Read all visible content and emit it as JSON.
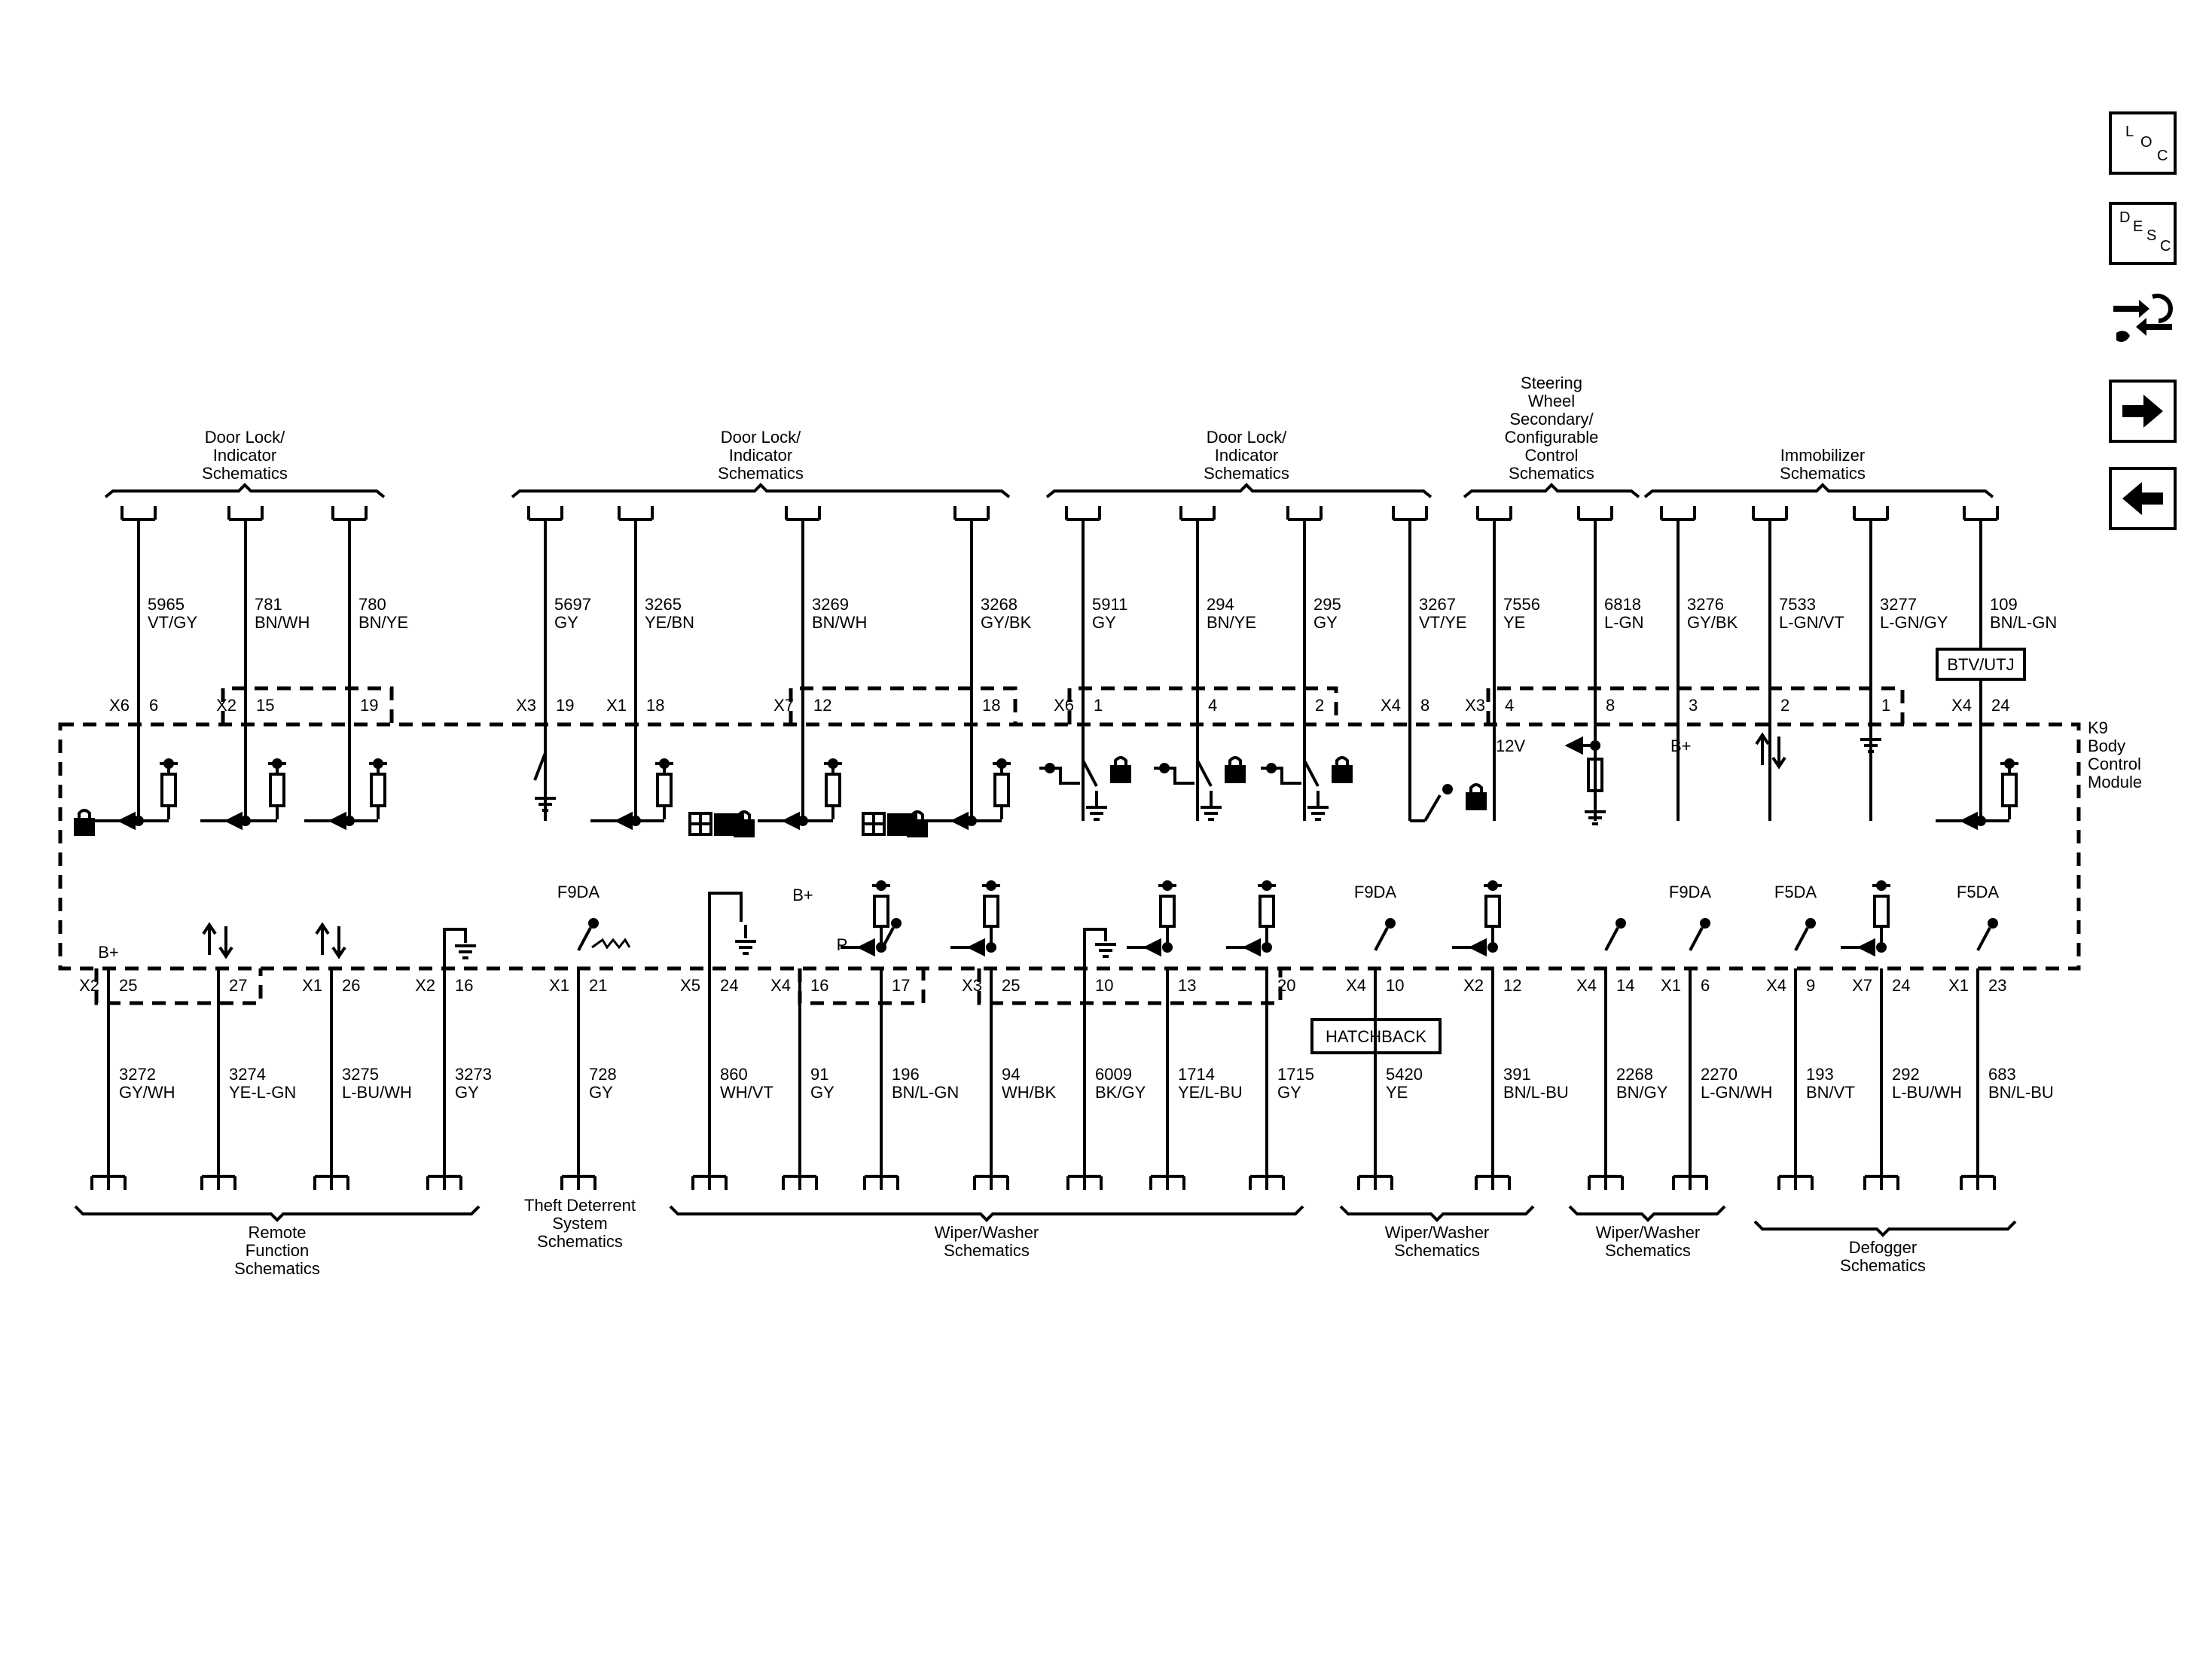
{
  "module": {
    "ref": "K9",
    "name_line1": "Body",
    "name_line2": "Control",
    "name_line3": "Module",
    "fuse_labels": {
      "b_plus": "B+",
      "v12": "12V",
      "p": "P"
    },
    "btv_label": "BTV/UTJ",
    "hatchback_label": "HATCHBACK"
  },
  "nav": {
    "loc": [
      "L",
      "O",
      "C"
    ],
    "desc": [
      "D",
      "E",
      "S",
      "C"
    ]
  },
  "top_groups": [
    {
      "lines": [
        "Door Lock/",
        "Indicator",
        "Schematics"
      ]
    },
    {
      "lines": [
        "Door Lock/",
        "Indicator",
        "Schematics"
      ]
    },
    {
      "lines": [
        "Door Lock/",
        "Indicator",
        "Schematics"
      ]
    },
    {
      "lines": [
        "Steering",
        "Wheel",
        "Secondary/",
        "Configurable",
        "Control",
        "Schematics"
      ]
    },
    {
      "lines": [
        "Immobilizer",
        "Schematics"
      ]
    }
  ],
  "top_wires": [
    {
      "circuit": "5965",
      "color": "VT/GY",
      "conn": "X6",
      "pin": "6"
    },
    {
      "circuit": "781",
      "color": "BN/WH",
      "conn": "X2",
      "pin": "15"
    },
    {
      "circuit": "780",
      "color": "BN/YE",
      "conn": "",
      "pin": "19"
    },
    {
      "circuit": "5697",
      "color": "GY",
      "conn": "X3",
      "pin": "19"
    },
    {
      "circuit": "3265",
      "color": "YE/BN",
      "conn": "X1",
      "pin": "18"
    },
    {
      "circuit": "3269",
      "color": "BN/WH",
      "conn": "X7",
      "pin": "12"
    },
    {
      "circuit": "3268",
      "color": "GY/BK",
      "conn": "",
      "pin": "18"
    },
    {
      "circuit": "5911",
      "color": "GY",
      "conn": "X6",
      "pin": "1"
    },
    {
      "circuit": "294",
      "color": "BN/YE",
      "conn": "",
      "pin": "4"
    },
    {
      "circuit": "295",
      "color": "GY",
      "conn": "",
      "pin": "2"
    },
    {
      "circuit": "3267",
      "color": "VT/YE",
      "conn": "X4",
      "pin": "8"
    },
    {
      "circuit": "7556",
      "color": "YE",
      "conn": "X3",
      "pin": "4"
    },
    {
      "circuit": "6818",
      "color": "L-GN",
      "conn": "",
      "pin": "8"
    },
    {
      "circuit": "3276",
      "color": "GY/BK",
      "conn": "",
      "pin": "3"
    },
    {
      "circuit": "7533",
      "color": "L-GN/VT",
      "conn": "",
      "pin": "2"
    },
    {
      "circuit": "3277",
      "color": "L-GN/GY",
      "conn": "",
      "pin": "1"
    },
    {
      "circuit": "109",
      "color": "BN/L-GN",
      "conn": "X4",
      "pin": "24"
    }
  ],
  "bottom_groups": [
    {
      "lines": [
        "Remote",
        "Function",
        "Schematics"
      ]
    },
    {
      "lines": [
        "Theft Deterrent",
        "System",
        "Schematics"
      ]
    },
    {
      "lines": [
        "Wiper/Washer",
        "Schematics"
      ]
    },
    {
      "lines": [
        "Wiper/Washer",
        "Schematics"
      ]
    },
    {
      "lines": [
        "Wiper/Washer",
        "Schematics"
      ]
    },
    {
      "lines": [
        "Defogger",
        "Schematics"
      ]
    }
  ],
  "bottom_wires": [
    {
      "circuit": "3272",
      "color": "GY/WH",
      "conn": "X2",
      "pin": "25"
    },
    {
      "circuit": "3274",
      "color": "YE-L-GN",
      "conn": "",
      "pin": "27"
    },
    {
      "circuit": "3275",
      "color": "L-BU/WH",
      "conn": "X1",
      "pin": "26"
    },
    {
      "circuit": "3273",
      "color": "GY",
      "conn": "X2",
      "pin": "16"
    },
    {
      "circuit": "728",
      "color": "GY",
      "conn": "X1",
      "pin": "21",
      "fuse": "F9DA"
    },
    {
      "circuit": "860",
      "color": "WH/VT",
      "conn": "X5",
      "pin": "24"
    },
    {
      "circuit": "91",
      "color": "GY",
      "conn": "X4",
      "pin": "16"
    },
    {
      "circuit": "196",
      "color": "BN/L-GN",
      "conn": "",
      "pin": "17"
    },
    {
      "circuit": "94",
      "color": "WH/BK",
      "conn": "X3",
      "pin": "25"
    },
    {
      "circuit": "6009",
      "color": "BK/GY",
      "conn": "",
      "pin": "10"
    },
    {
      "circuit": "1714",
      "color": "YE/L-BU",
      "conn": "",
      "pin": "13"
    },
    {
      "circuit": "1715",
      "color": "GY",
      "conn": "",
      "pin": "20"
    },
    {
      "circuit": "5420",
      "color": "YE",
      "conn": "X4",
      "pin": "10",
      "fuse": "F9DA"
    },
    {
      "circuit": "391",
      "color": "BN/L-BU",
      "conn": "X2",
      "pin": "12"
    },
    {
      "circuit": "2268",
      "color": "BN/GY",
      "conn": "X4",
      "pin": "14"
    },
    {
      "circuit": "2270",
      "color": "L-GN/WH",
      "conn": "X1",
      "pin": "6",
      "fuse": "F9DA"
    },
    {
      "circuit": "193",
      "color": "BN/VT",
      "conn": "X4",
      "pin": "9",
      "fuse": "F5DA"
    },
    {
      "circuit": "292",
      "color": "L-BU/WH",
      "conn": "X7",
      "pin": "24"
    },
    {
      "circuit": "683",
      "color": "BN/L-BU",
      "conn": "X1",
      "pin": "23",
      "fuse": "F5DA"
    }
  ]
}
